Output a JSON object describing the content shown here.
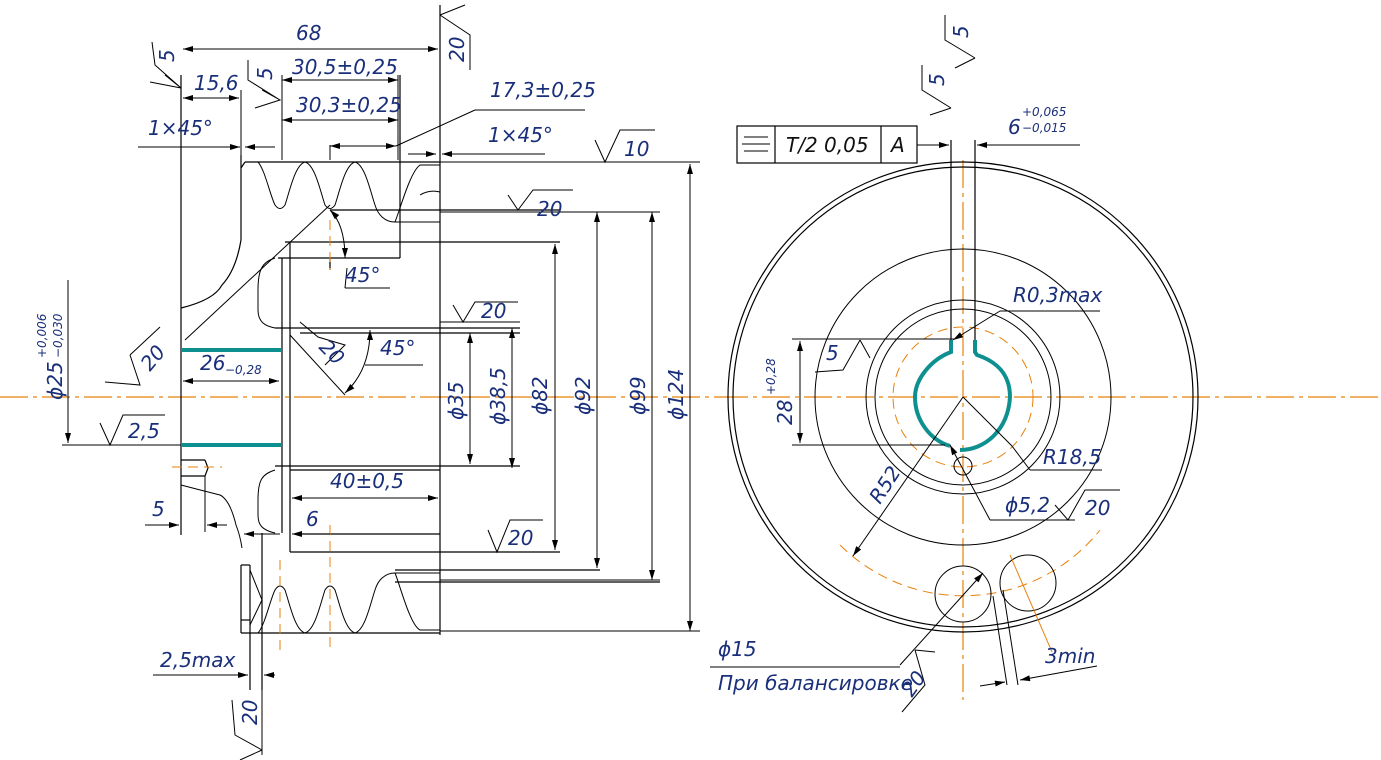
{
  "drawing": {
    "title": "Pulley (V-belt sheave) drawing — section and end view",
    "colors": {
      "line": "#000000",
      "axis": "#e8820c",
      "bore_highlight": "#0e9090",
      "dimension_text": "#1a2f7a"
    },
    "section_view": {
      "dimensions": {
        "overall_length": "68",
        "hub_step": "15,6",
        "groove_span_1": "30,5±0,25",
        "groove_span_2": "30,3±0,25",
        "groove_pitch_leader": "17,3±0,25",
        "chamfer_left": "1×45°",
        "chamfer_right": "1×45°",
        "groove_angle_1": "45°",
        "groove_angle_2": "45°",
        "bore_length": "26",
        "bore_length_tol": "−0,28",
        "bore_dia_prefix": "ϕ25",
        "bore_dia_tol_upper": "+0,006",
        "bore_dia_tol_lower": "−0,030",
        "hub_length": "40±0,5",
        "web_offset": "6",
        "hole_offset": "5",
        "edge_chamfer": "2,5max",
        "d35": "ϕ35",
        "d38_5": "ϕ38,5",
        "d82": "ϕ82",
        "d92": "ϕ92",
        "d99": "ϕ99",
        "d124": "ϕ124"
      },
      "roughness": {
        "left_face": "5",
        "groove_face": "5",
        "right_face": "20",
        "outer_dia": "10",
        "groove_dia": "20",
        "hub_face": "20",
        "bore_chamfer": "20",
        "bore": "2,5",
        "web": "20",
        "inner_dia": "20",
        "bottom_face": "20"
      }
    },
    "end_view": {
      "tolerance_frame": {
        "symbol": "symmetry",
        "value": "T/2 0,05",
        "datum": "A"
      },
      "keyway_width": "6",
      "keyway_tol_upper": "+0,065",
      "keyway_tol_lower": "−0,015",
      "keyway_depth": "28",
      "keyway_depth_tol": "+0,28",
      "fillet": "R0,3max",
      "bore_radius": "R18,5",
      "hole_circle_radius": "R52",
      "small_hole": "ϕ5,2",
      "balance_hole": "ϕ15",
      "balance_note": "При балансировке",
      "min_wall": "3min",
      "roughness_keyway_1": "5",
      "roughness_keyway_2": "5",
      "roughness_keyway_side": "5",
      "roughness_hole": "20",
      "roughness_balance": "20"
    }
  }
}
